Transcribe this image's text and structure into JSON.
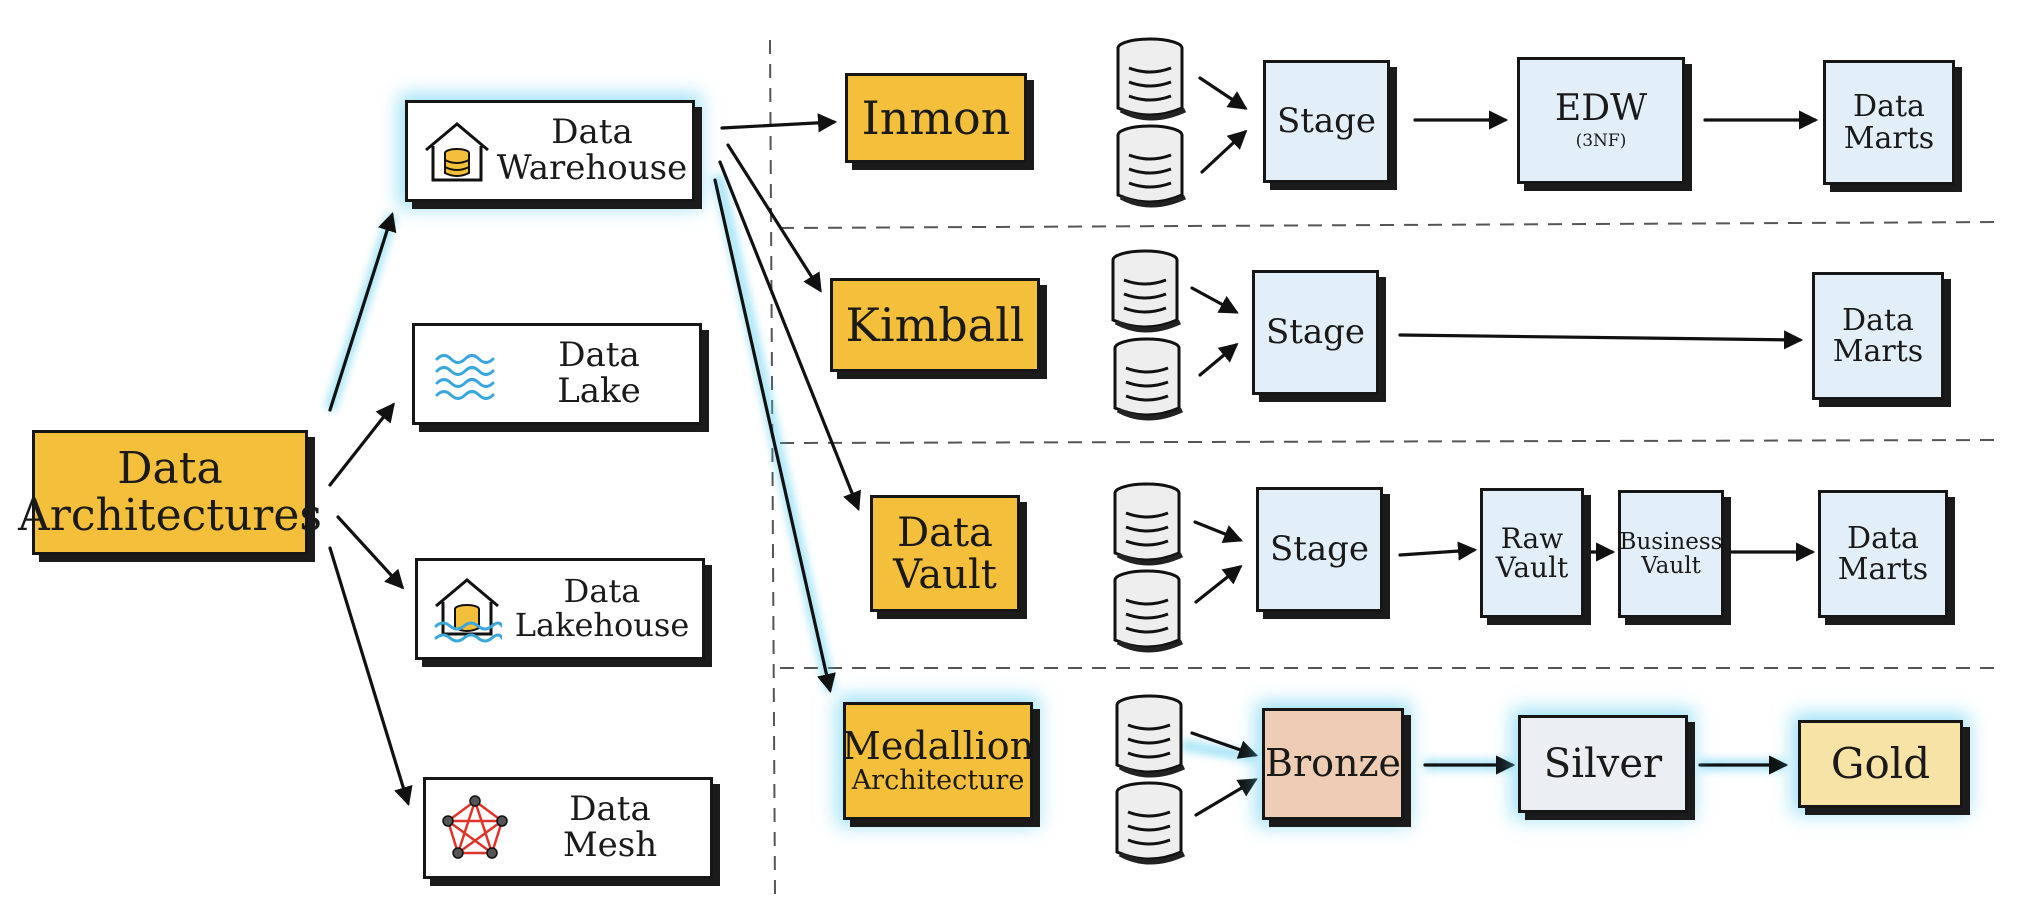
{
  "root": {
    "line1": "Data",
    "line2": "Architectures"
  },
  "architectures": [
    {
      "id": "warehouse",
      "line1": "Data",
      "line2": "Warehouse",
      "icon": "warehouse-icon"
    },
    {
      "id": "lake",
      "line1": "Data",
      "line2": "Lake",
      "icon": "waves-icon"
    },
    {
      "id": "lakehouse",
      "line1": "Data",
      "line2": "Lakehouse",
      "icon": "lakehouse-icon"
    },
    {
      "id": "mesh",
      "line1": "Data",
      "line2": "Mesh",
      "icon": "network-icon"
    }
  ],
  "approaches": {
    "inmon": "Inmon",
    "kimball": "Kimball",
    "vault": {
      "line1": "Data",
      "line2": "Vault"
    },
    "medallion": {
      "line1": "Medallion",
      "line2": "Architecture"
    }
  },
  "flows": {
    "inmon": {
      "stage": "Stage",
      "edw": "EDW",
      "edw_note": "(3NF)",
      "marts": {
        "line1": "Data",
        "line2": "Marts"
      }
    },
    "kimball": {
      "stage": "Stage",
      "marts": {
        "line1": "Data",
        "line2": "Marts"
      }
    },
    "vault": {
      "stage": "Stage",
      "raw": {
        "line1": "Raw",
        "line2": "Vault"
      },
      "business": {
        "line1": "Business",
        "line2": "Vault"
      },
      "marts": {
        "line1": "Data",
        "line2": "Marts"
      }
    },
    "medallion": {
      "bronze": "Bronze",
      "silver": "Silver",
      "gold": "Gold"
    }
  },
  "colors": {
    "yellow": "#f4bf3a",
    "stage_blue": "#e2eff8",
    "bronze": "#efcdb5",
    "silver": "#ebeef2",
    "gold": "#f8e3a6",
    "glow": "#4cc9f0",
    "lake_blue": "#3aa7dc",
    "mesh_red": "#e0342a"
  }
}
